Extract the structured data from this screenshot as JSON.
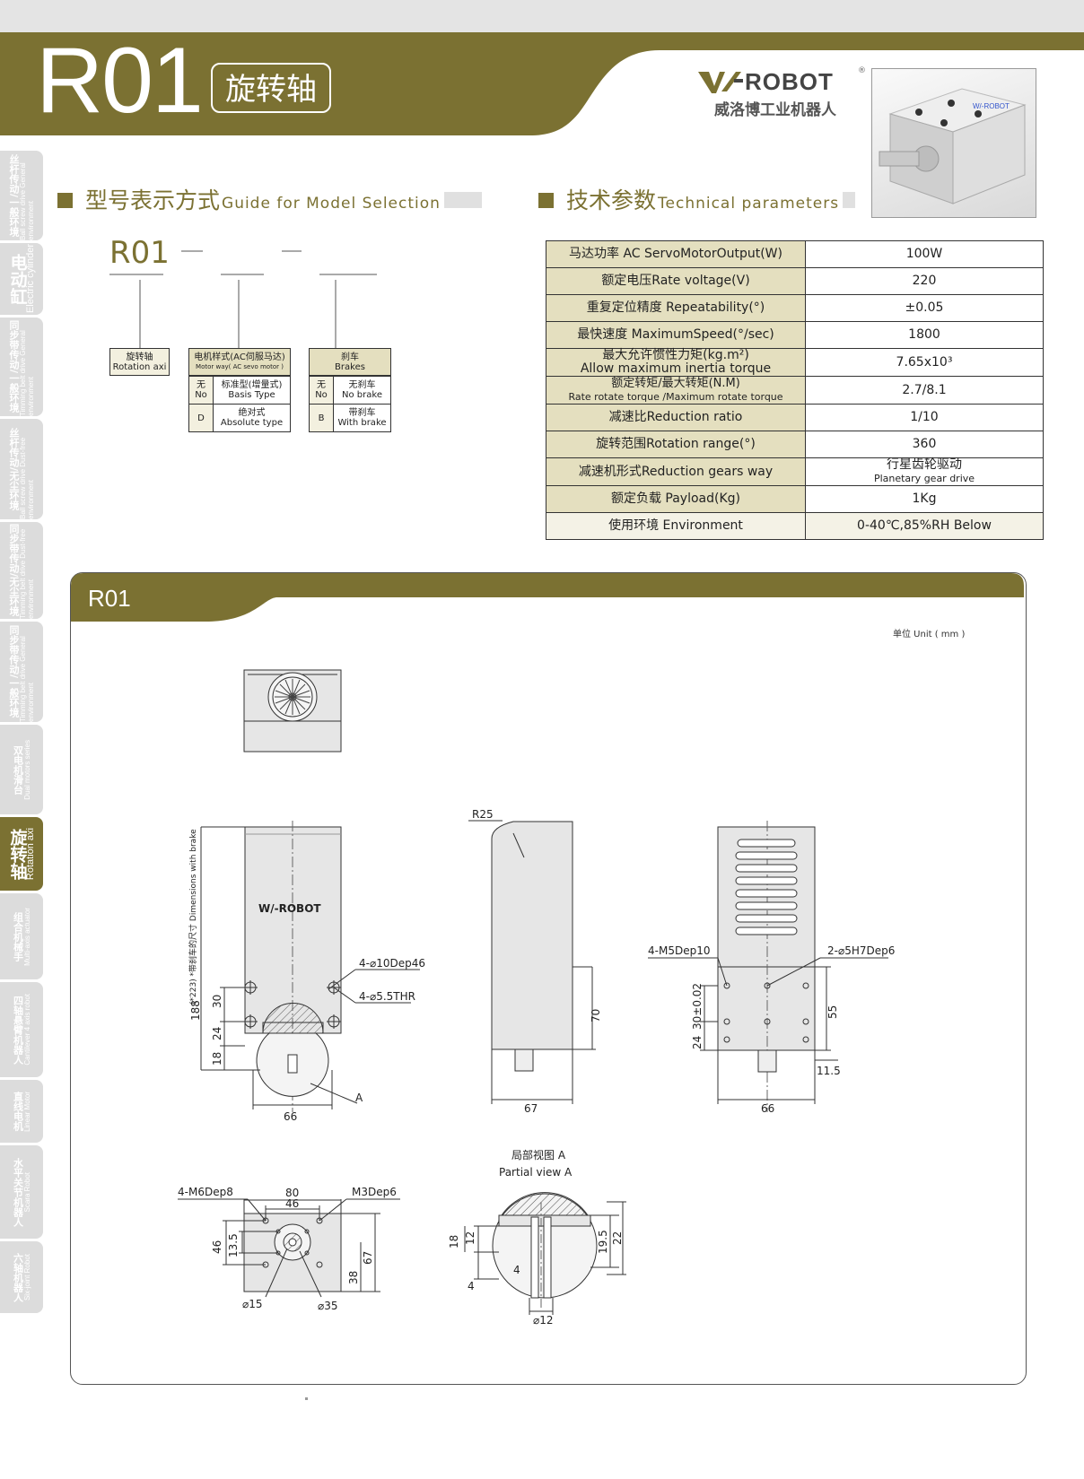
{
  "header": {
    "model_code": "R01",
    "model_name": "旋转轴",
    "brand_mark": "W/-",
    "brand_word": "ROBOT",
    "brand_reg": "®",
    "brand_cn": "威洛博工业机器人",
    "photo_brand": "W/-ROBOT"
  },
  "colors": {
    "accent": "#7b7132",
    "accent_light": "#e4dfbf",
    "sidebar_gray": "#dcdcdc"
  },
  "sidebar": [
    {
      "cn": "丝杆传动/一般环境",
      "en": "Ball screw drive General environment",
      "active": false,
      "big": false
    },
    {
      "cn": "电动缸",
      "en": "Electric cylinder",
      "active": false,
      "big": true
    },
    {
      "cn": "同步带传动/一般环境",
      "en": "Timming belt drive General environment",
      "active": false,
      "big": false
    },
    {
      "cn": "丝杆传动/无尘环境",
      "en": "Ball screw drive Dust-free environment",
      "active": false,
      "big": false
    },
    {
      "cn": "同步带传动/无尘环境",
      "en": "Timming belt drive Dust-free environment",
      "active": false,
      "big": false
    },
    {
      "cn": "同步带传动/一般环境",
      "en": "Timming belt drive General environment",
      "active": false,
      "big": false
    },
    {
      "cn": "双电机滑台",
      "en": "Dual motors series",
      "active": false,
      "big": false
    },
    {
      "cn": "旋转轴",
      "en": "Rotation axi",
      "active": true,
      "big": true
    },
    {
      "cn": "组合机械手",
      "en": "Multi-axis actuator",
      "active": false,
      "big": false
    },
    {
      "cn": "四轴悬臂机器人",
      "en": "Cantilever 4 axis robot",
      "active": false,
      "big": false
    },
    {
      "cn": "直线电机",
      "en": "Linear Motor",
      "active": false,
      "big": false
    },
    {
      "cn": "水平关节机器人",
      "en": "Scara Robot",
      "active": false,
      "big": false
    },
    {
      "cn": "六轴机器人",
      "en": "Six-joint Robot",
      "active": false,
      "big": false
    }
  ],
  "guide": {
    "title_cn": "型号表示方式",
    "title_en": "Guide for Model Selection",
    "code": "R01",
    "dash": "—",
    "box_rotation": {
      "cn": "旋转轴",
      "en": "Rotation axi"
    },
    "box_motor": {
      "head_cn": "电机样式(AC伺服马达)",
      "head_en": "Motor way( AC sevo motor )",
      "rows": [
        {
          "k1": "无",
          "k2": "No",
          "v1": "标准型(增量式)",
          "v2": "Basis Type"
        },
        {
          "k1": "D",
          "k2": "",
          "v1": "绝对式",
          "v2": "Absolute type"
        }
      ]
    },
    "box_brake": {
      "head_cn": "刹车",
      "head_en": "Brakes",
      "rows": [
        {
          "k1": "无",
          "k2": "No",
          "v1": "无刹车",
          "v2": "No brake"
        },
        {
          "k1": "B",
          "k2": "",
          "v1": "带刹车",
          "v2": "With brake"
        }
      ]
    }
  },
  "tech": {
    "title_cn": "技术参数",
    "title_en": "Technical parameters",
    "rows": [
      {
        "label": "马达功率 AC ServoMotorOutput(W)",
        "label2": "",
        "value": "100W",
        "value2": ""
      },
      {
        "label": "额定电压Rate voltage(V)",
        "label2": "",
        "value": "220",
        "value2": ""
      },
      {
        "label": "重复定位精度 Repeatability(°)",
        "label2": "",
        "value": "±0.05",
        "value2": ""
      },
      {
        "label": "最快速度 MaximumSpeed(°/sec)",
        "label2": "",
        "value": "1800",
        "value2": ""
      },
      {
        "label": "最大允许惯性力矩(kg.m²)",
        "label2": "Allow maximum inertia torque",
        "value": "7.65x10³",
        "value2": ""
      },
      {
        "label": "额定转矩/最大转矩(N.M)",
        "label2": "Rate rotate torque /Maximum rotate torque",
        "value": "2.7/8.1",
        "value2": ""
      },
      {
        "label": "减速比Reduction ratio",
        "label2": "",
        "value": "1/10",
        "value2": ""
      },
      {
        "label": "旋转范围Rotation range(°)",
        "label2": "",
        "value": "360",
        "value2": ""
      },
      {
        "label": "减速机形式Reduction gears way",
        "label2": "",
        "value": "行星齿轮驱动",
        "value2": "Planetary gear drive"
      },
      {
        "label": "额定负载 Payload(Kg)",
        "label2": "",
        "value": "1Kg",
        "value2": ""
      },
      {
        "label": "使用环境 Environment",
        "label2": "",
        "value": "0-40℃,85%RH Below",
        "value2": ""
      }
    ]
  },
  "drawing": {
    "panel_title": "R01",
    "unit": "单位 Unit ( mm )",
    "front": {
      "brake_note": "(*223) *带刹车的尺寸 Dimensions with brake",
      "h188": "188",
      "d30": "30",
      "d24": "24",
      "d18": "18",
      "w66": "66",
      "hole1": "4-⌀10Dep46",
      "hole2": "4-⌀5.5THR",
      "markA": "A"
    },
    "side": {
      "r25": "R25",
      "h70": "70",
      "w67": "67"
    },
    "back": {
      "m5": "4-M5Dep10",
      "pin": "2-⌀5H7Dep6",
      "d3002": "30±0.02",
      "d24": "24",
      "d55": "55",
      "d115": "11.5",
      "w66": "66"
    },
    "bottom": {
      "m6": "4-M6Dep8",
      "m3": "M3Dep6",
      "w80": "80",
      "w46": "46",
      "h46": "46",
      "h135": "13.5",
      "h38": "38",
      "h67": "67",
      "d15": "⌀15",
      "d35": "⌀35"
    },
    "partial": {
      "title_cn": "局部视图 A",
      "title_en": "Partial view  A",
      "d18": "18",
      "d12": "12",
      "d4a": "4",
      "d4b": "4",
      "d195": "19.5",
      "d22": "22",
      "d12b": "⌀12"
    }
  }
}
